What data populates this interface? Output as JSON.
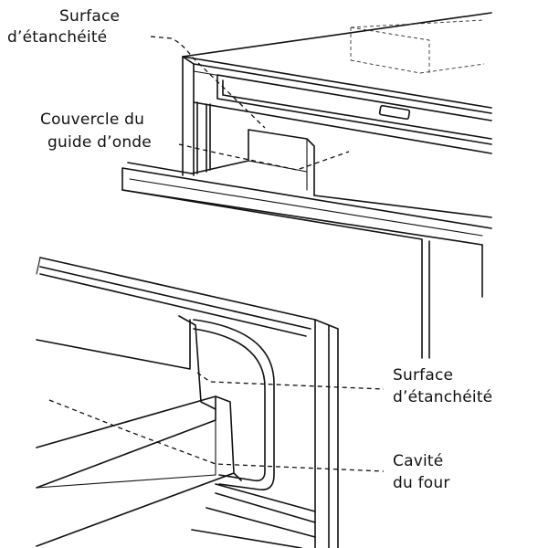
{
  "labels": {
    "top_sealing_surface": [
      "Surface",
      "d’étanchéité"
    ],
    "waveguide_cover": [
      "Couvercle du",
      "guide d’onde"
    ],
    "bottom_sealing_surface": [
      "Surface",
      "d’étanchéité"
    ],
    "oven_cavity": [
      "Cavité",
      "du four"
    ]
  }
}
